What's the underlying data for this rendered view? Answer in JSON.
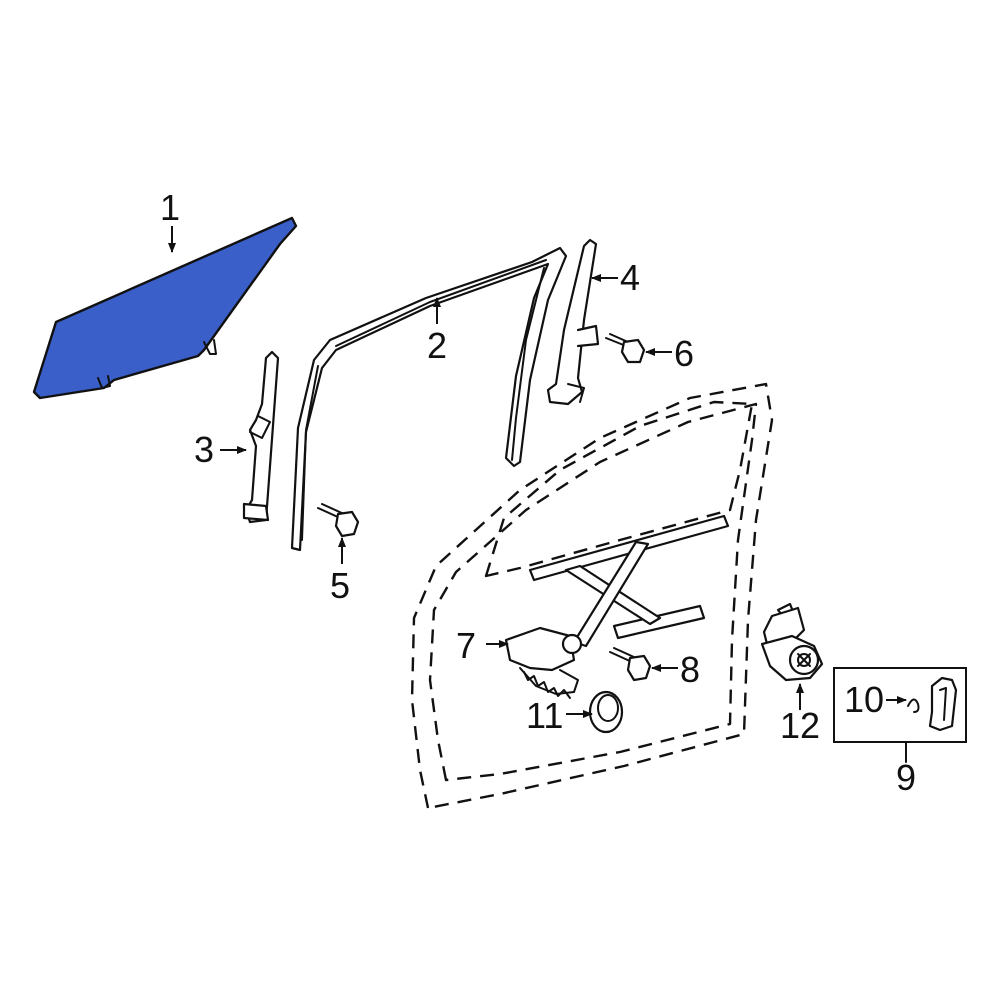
{
  "diagram": {
    "highlight_color": "#3a5fc8",
    "line_color": "#111111",
    "callouts": {
      "c1": "1",
      "c2": "2",
      "c3": "3",
      "c4": "4",
      "c5": "5",
      "c6": "6",
      "c7": "7",
      "c8": "8",
      "c9": "9",
      "c10": "10",
      "c11": "11",
      "c12": "12"
    }
  }
}
